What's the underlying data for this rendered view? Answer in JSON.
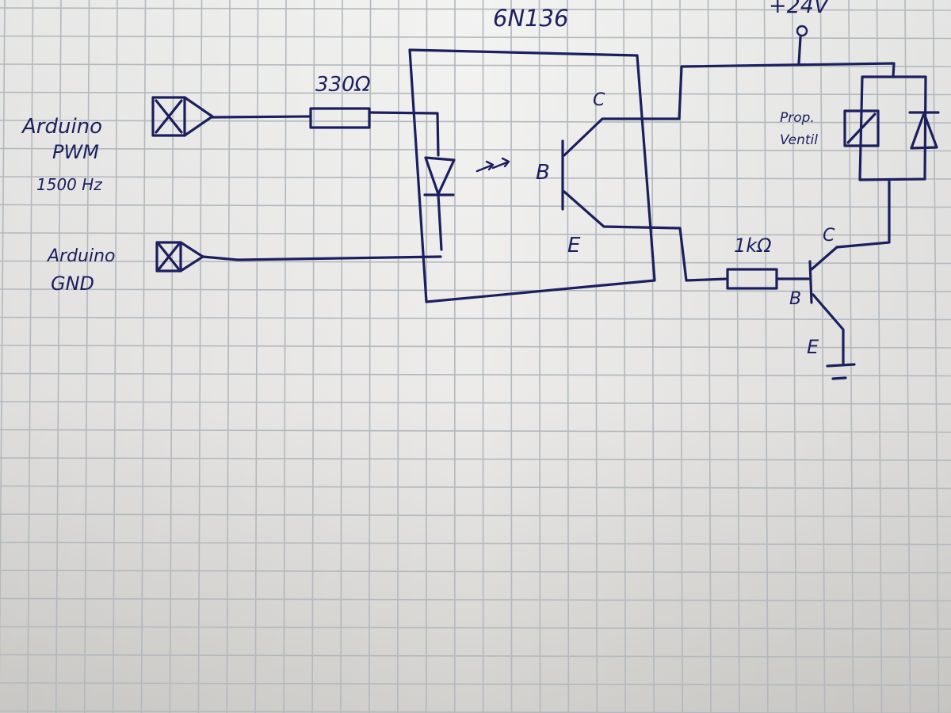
{
  "labels": {
    "ic_name": "6N136",
    "supply": "+24V",
    "resistor1": "330Ω",
    "resistor2": "1kΩ",
    "arduino_pwm_line1": "Arduino",
    "arduino_pwm_line2": "PWM",
    "arduino_pwm_line3": "1500 Hz",
    "arduino_gnd_line1": "Arduino",
    "arduino_gnd_line2": "GND",
    "opto_c": "C",
    "opto_b": "B",
    "opto_e": "E",
    "trans_c": "C",
    "trans_b": "B",
    "trans_e": "E",
    "valve_line1": "Prop.",
    "valve_line2": "Ventil"
  },
  "colors": {
    "ink": "#1c1f5e",
    "paper_light": "#f2f2f1",
    "paper_shadow": "#d4d3cf",
    "grid": "#b3b8bd"
  }
}
